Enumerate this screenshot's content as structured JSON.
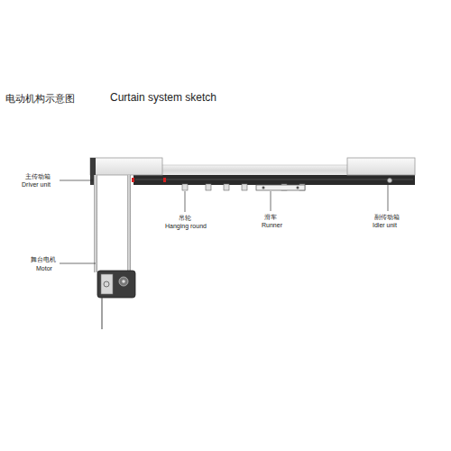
{
  "diagram": {
    "title": "电动机构示意图",
    "labels": [
      "Curtain system sketch",
      "主传动箱",
      "Driver unit",
      "舞台电机",
      "Motor",
      "吊轮",
      "Hanging round",
      "滑车",
      "Runner",
      "副传动箱",
      "Idler unit"
    ]
  }
}
